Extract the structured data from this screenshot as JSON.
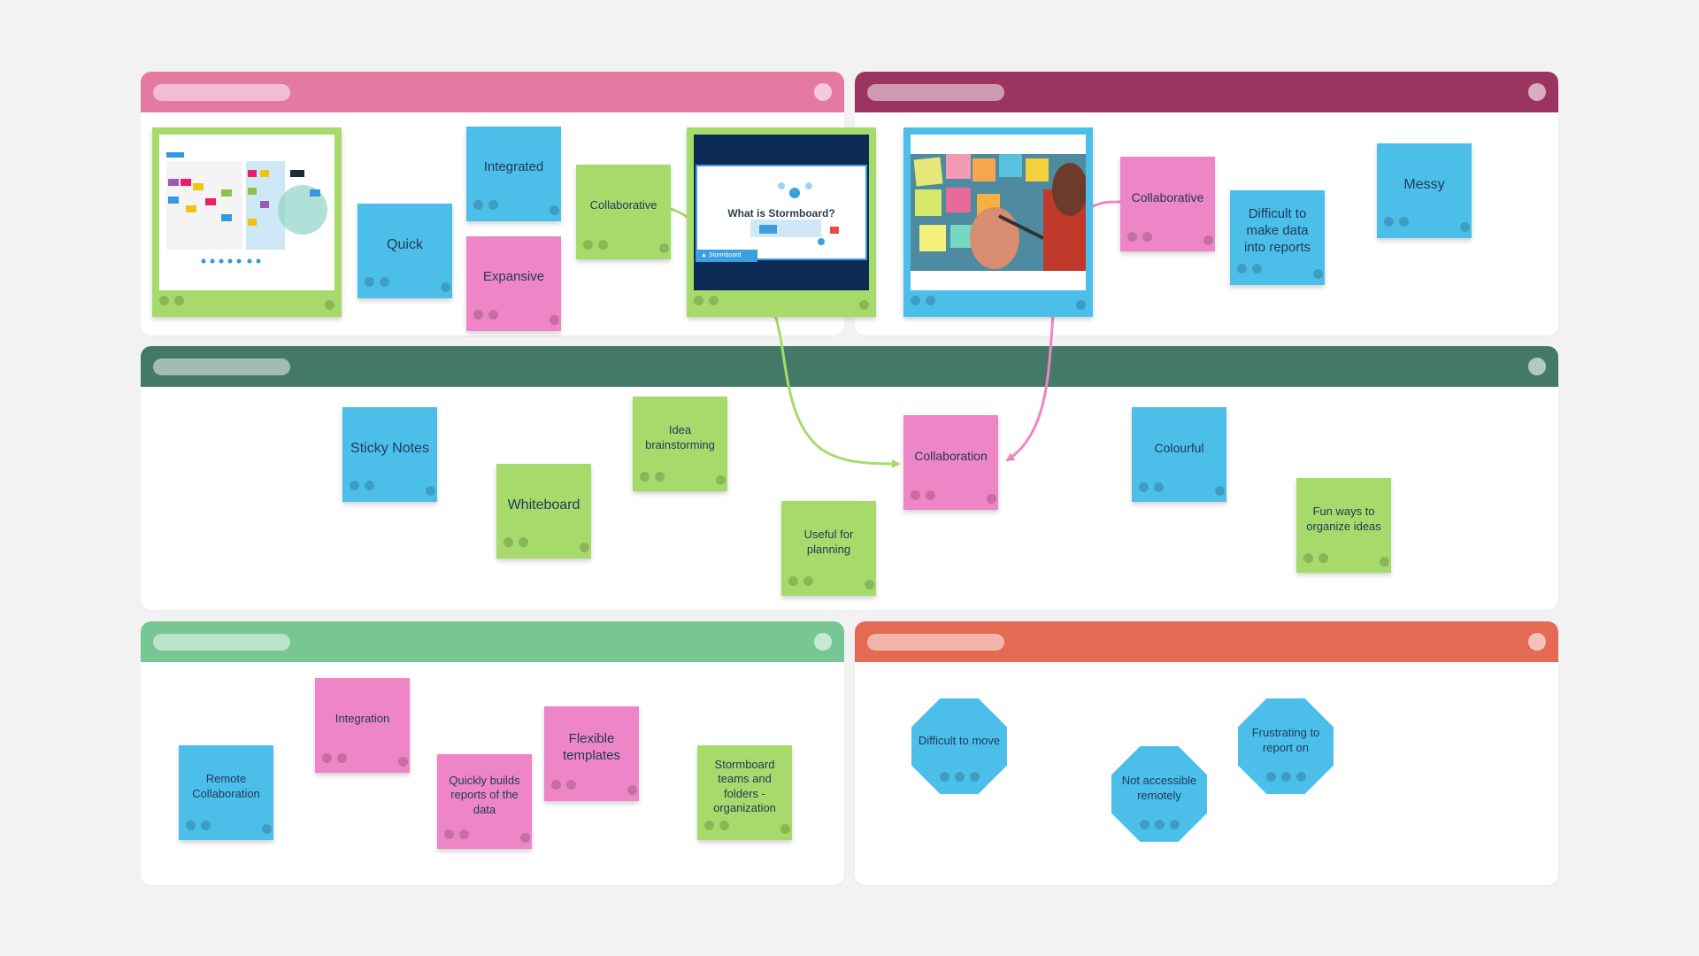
{
  "colors": {
    "background": "#f2f2f2",
    "section_pink": "#e47aa2",
    "section_maroon": "#9c3462",
    "section_darkgreen": "#44796a",
    "section_lightgreen": "#77c693",
    "section_coral": "#e46a53",
    "note_blue": "#4bbfea",
    "note_pink": "#ee85c6",
    "note_green": "#a6db6b"
  },
  "cards": {
    "video_title": "What is Stormboard?",
    "video_brand": "Stormboard"
  },
  "section1": {
    "notes": [
      "Quick",
      "Integrated",
      "Expansive",
      "Collaborative"
    ]
  },
  "section2": {
    "notes": [
      "Collaborative",
      "Difficult to make data into reports",
      "Messy"
    ]
  },
  "section3": {
    "notes": [
      "Sticky Notes",
      "Whiteboard",
      "Idea brainstorming",
      "Useful for planning",
      "Collaboration",
      "Colourful",
      "Fun ways to organize ideas"
    ]
  },
  "section4": {
    "notes": [
      "Remote Collaboration",
      "Integration",
      "Quickly builds reports of the data",
      "Flexible templates",
      "Stormboard teams and folders - organization"
    ]
  },
  "section5": {
    "notes": [
      "Difficult to move",
      "Not accessible remotely",
      "Frustrating to report on"
    ]
  }
}
